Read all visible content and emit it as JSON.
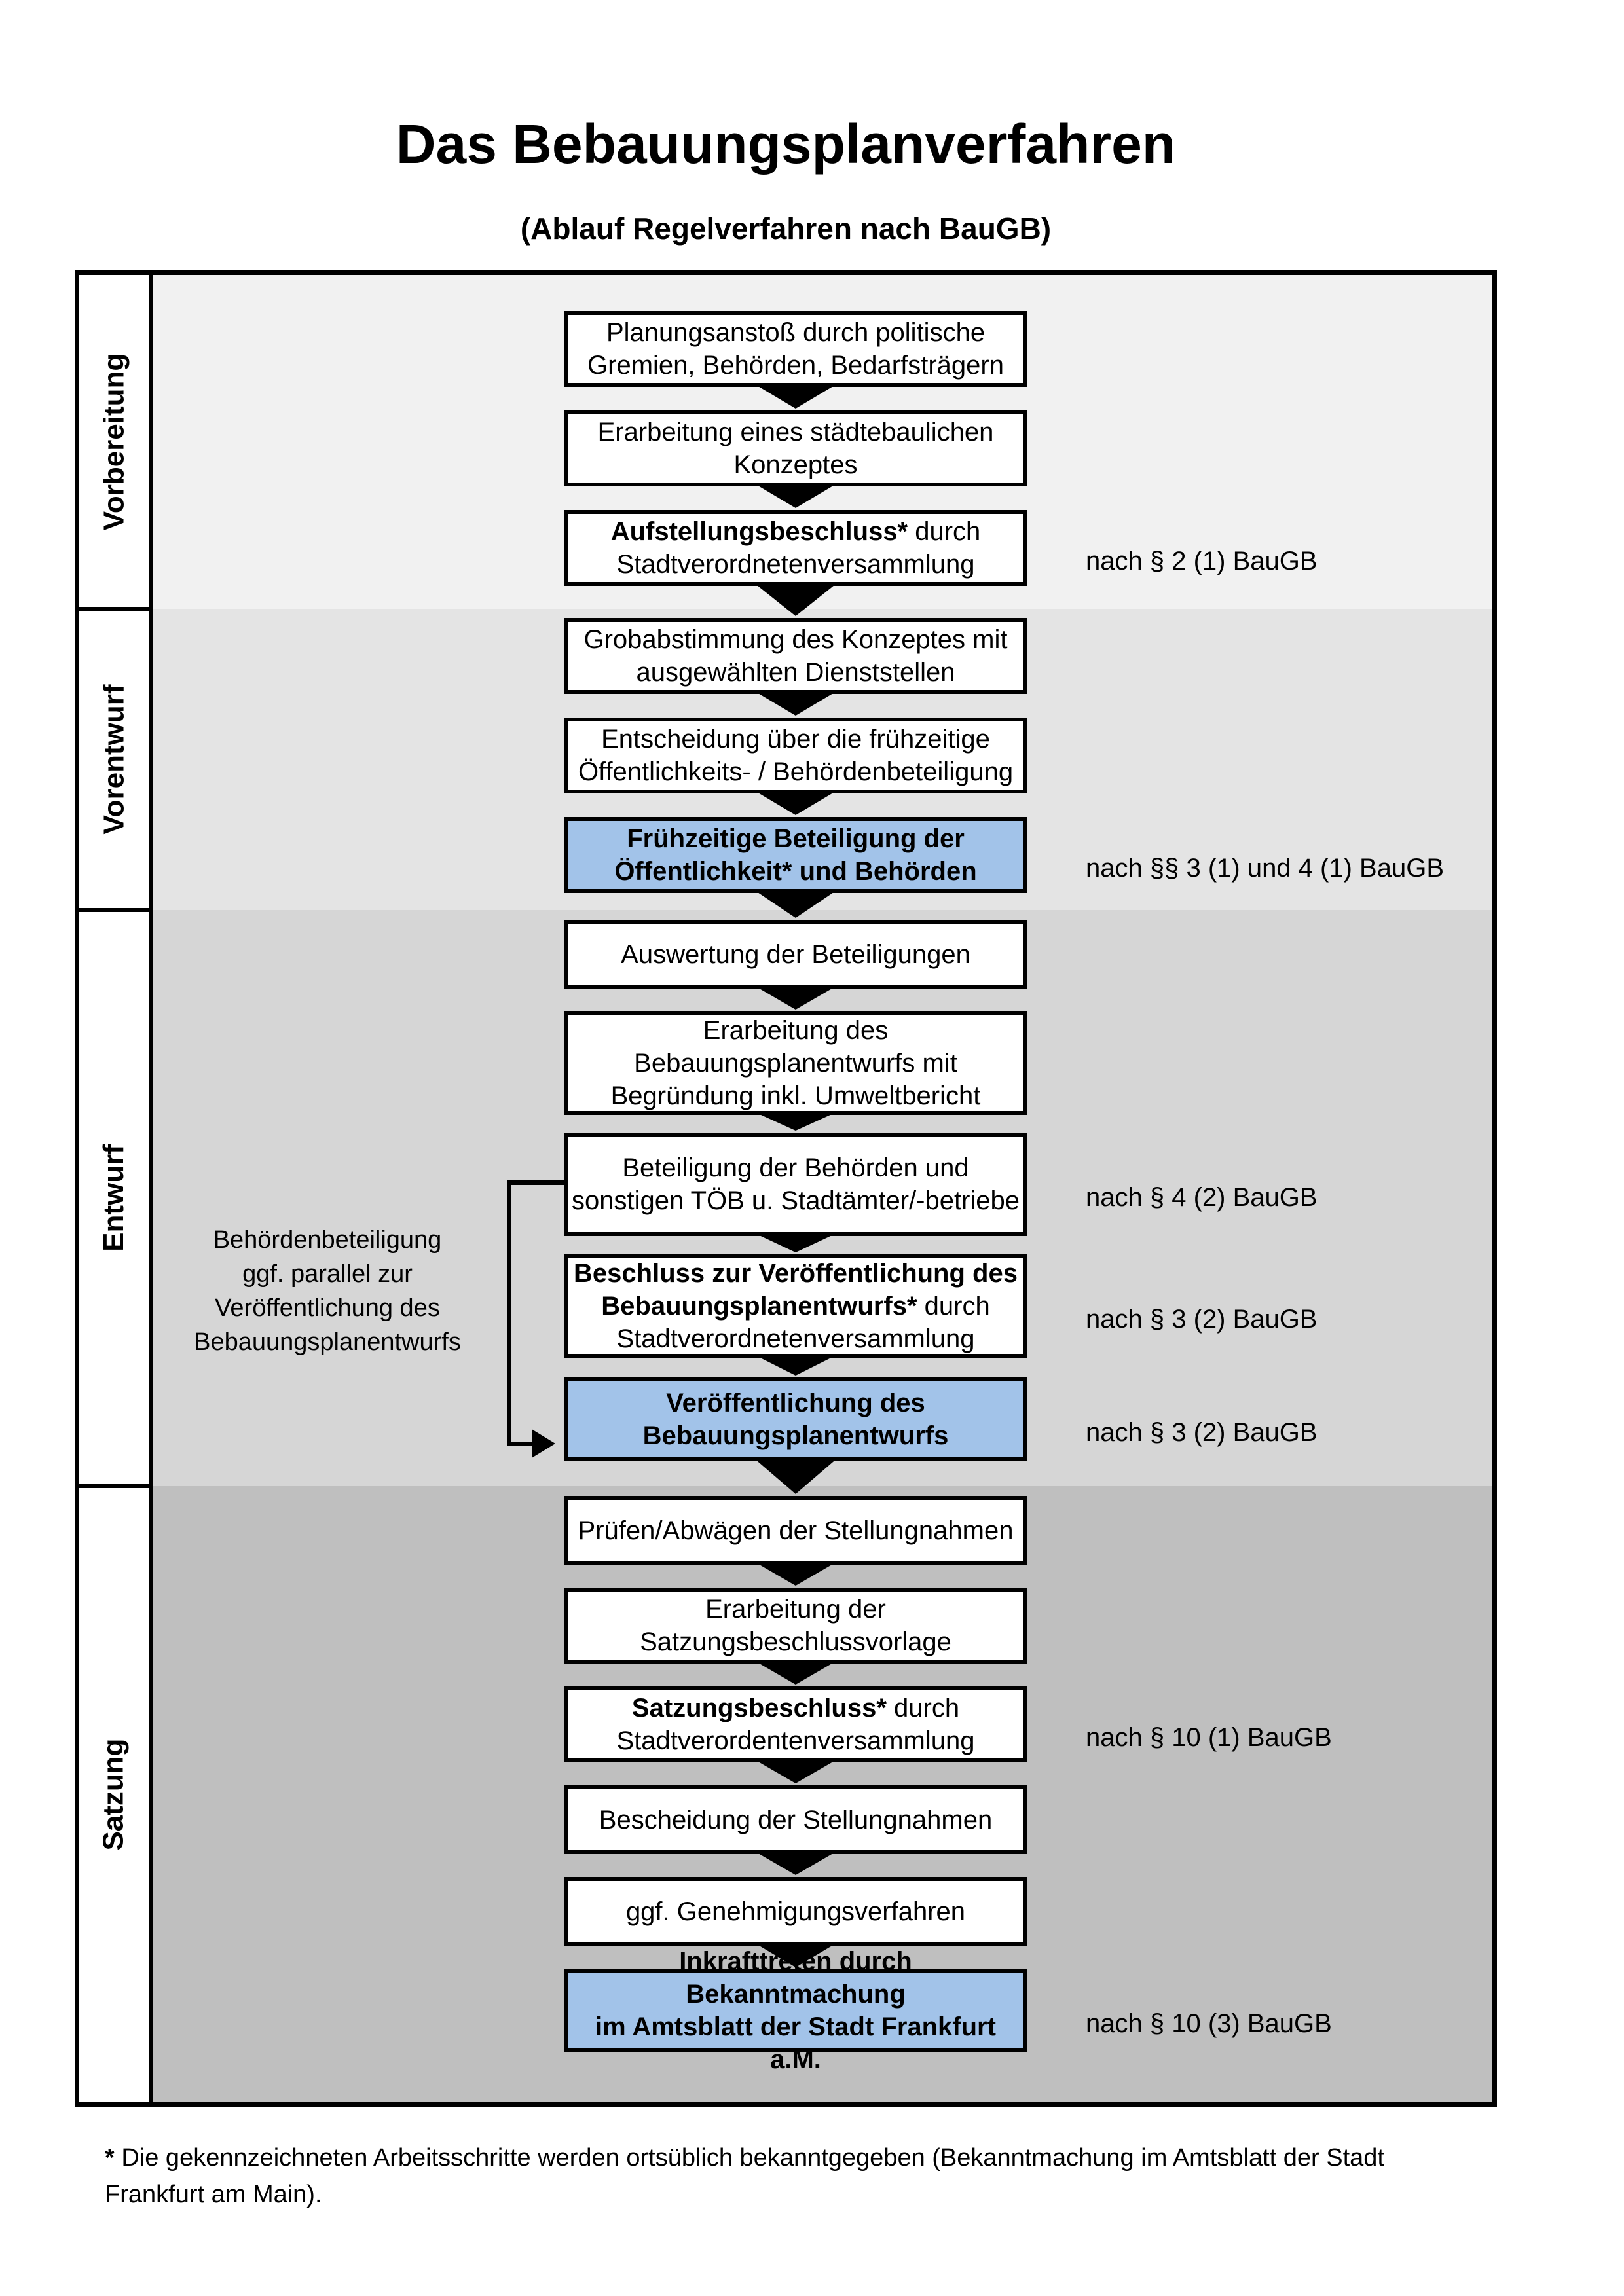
{
  "title": "Das Bebauungsplanverfahren",
  "subtitle": "(Ablauf Regelverfahren nach BauGB)",
  "phases": [
    {
      "label": "Vorbereitung"
    },
    {
      "label": "Vorentwurf"
    },
    {
      "label": "Entwurf"
    },
    {
      "label": "Satzung"
    }
  ],
  "colors": {
    "highlight_box_bg": "#a2c3e9",
    "band_vorbereitung": "#f1f1f1",
    "band_vorentwurf": "#e4e4e4",
    "band_entwurf": "#d6d6d6",
    "band_satzung": "#bfbfbf"
  },
  "boxes": [
    {
      "id": "planungsanstoss",
      "highlighted": false,
      "reference": "",
      "lines": [
        [
          {
            "text": "Planungsanstoß durch politische",
            "bold": false
          }
        ],
        [
          {
            "text": "Gremien, Behörden, Bedarfsträgern",
            "bold": false
          }
        ]
      ]
    },
    {
      "id": "staedtebauliches-konzept",
      "highlighted": false,
      "reference": "",
      "lines": [
        [
          {
            "text": "Erarbeitung eines städtebaulichen",
            "bold": false
          }
        ],
        [
          {
            "text": "Konzeptes",
            "bold": false
          }
        ]
      ]
    },
    {
      "id": "aufstellungsbeschluss",
      "highlighted": false,
      "reference": "nach § 2 (1) BauGB",
      "lines": [
        [
          {
            "text": "Aufstellungsbeschluss*",
            "bold": true
          },
          {
            "text": " durch",
            "bold": false
          }
        ],
        [
          {
            "text": "Stadtverordnetenversammlung",
            "bold": false
          }
        ]
      ]
    },
    {
      "id": "grobabstimmung",
      "highlighted": false,
      "reference": "",
      "lines": [
        [
          {
            "text": "Grobabstimmung des Konzeptes mit",
            "bold": false
          }
        ],
        [
          {
            "text": "ausgewählten Dienststellen",
            "bold": false
          }
        ]
      ]
    },
    {
      "id": "entscheidung-fruehzeitige-beteiligung",
      "highlighted": false,
      "reference": "",
      "lines": [
        [
          {
            "text": "Entscheidung über die frühzeitige",
            "bold": false
          }
        ],
        [
          {
            "text": "Öffentlichkeits- / Behördenbeteiligung",
            "bold": false
          }
        ]
      ]
    },
    {
      "id": "fruehzeitige-beteiligung",
      "highlighted": true,
      "reference": "nach §§ 3 (1) und 4 (1) BauGB",
      "lines": [
        [
          {
            "text": "Frühzeitige Beteiligung der",
            "bold": true
          }
        ],
        [
          {
            "text": "Öffentlichkeit* und Behörden",
            "bold": true
          }
        ]
      ]
    },
    {
      "id": "auswertung-beteiligungen",
      "highlighted": false,
      "reference": "",
      "lines": [
        [
          {
            "text": "Auswertung der Beteiligungen",
            "bold": false
          }
        ]
      ]
    },
    {
      "id": "erarbeitung-bebauungsplanentwurf",
      "highlighted": false,
      "reference": "",
      "lines": [
        [
          {
            "text": "Erarbeitung des",
            "bold": false
          }
        ],
        [
          {
            "text": "Bebauungsplanentwurfs mit",
            "bold": false
          }
        ],
        [
          {
            "text": "Begründung inkl. Umweltbericht",
            "bold": false
          }
        ]
      ]
    },
    {
      "id": "behoerdenbeteiligung",
      "highlighted": false,
      "reference": "nach § 4 (2) BauGB",
      "lines": [
        [
          {
            "text": "Beteiligung der Behörden und",
            "bold": false
          }
        ],
        [
          {
            "text": "sonstigen TÖB u. Stadtämter/-betriebe",
            "bold": false
          }
        ]
      ]
    },
    {
      "id": "veroeffentlichungsbeschluss",
      "highlighted": false,
      "reference": "nach § 3 (2) BauGB",
      "lines": [
        [
          {
            "text": "Beschluss zur Veröffentlichung des",
            "bold": true
          }
        ],
        [
          {
            "text": "Bebauungsplanentwurfs*",
            "bold": true
          },
          {
            "text": " durch",
            "bold": false
          }
        ],
        [
          {
            "text": "Stadtverordnetenversammlung",
            "bold": false
          }
        ]
      ]
    },
    {
      "id": "veroeffentlichung-entwurf",
      "highlighted": true,
      "reference": "nach § 3 (2) BauGB",
      "lines": [
        [
          {
            "text": "Veröffentlichung des",
            "bold": true
          }
        ],
        [
          {
            "text": "Bebauungsplanentwurfs",
            "bold": true
          }
        ]
      ]
    },
    {
      "id": "pruefen-abwaegen",
      "highlighted": false,
      "reference": "",
      "lines": [
        [
          {
            "text": "Prüfen/Abwägen der Stellungnahmen",
            "bold": false
          }
        ]
      ]
    },
    {
      "id": "satzungsbeschlussvorlage",
      "highlighted": false,
      "reference": "",
      "lines": [
        [
          {
            "text": "Erarbeitung der",
            "bold": false
          }
        ],
        [
          {
            "text": "Satzungsbeschlussvorlage",
            "bold": false
          }
        ]
      ]
    },
    {
      "id": "satzungsbeschluss",
      "highlighted": false,
      "reference": "nach § 10 (1) BauGB",
      "lines": [
        [
          {
            "text": "Satzungsbeschluss*",
            "bold": true
          },
          {
            "text": " durch",
            "bold": false
          }
        ],
        [
          {
            "text": "Stadtverordentenversammlung",
            "bold": false
          }
        ]
      ]
    },
    {
      "id": "bescheidung-stellungnahmen",
      "highlighted": false,
      "reference": "",
      "lines": [
        [
          {
            "text": "Bescheidung der Stellungnahmen",
            "bold": false
          }
        ]
      ]
    },
    {
      "id": "genehmigungsverfahren",
      "highlighted": false,
      "reference": "",
      "lines": [
        [
          {
            "text": "ggf. Genehmigungsverfahren",
            "bold": false
          }
        ]
      ]
    },
    {
      "id": "inkrafttreten",
      "highlighted": true,
      "reference": "nach § 10 (3) BauGB",
      "lines": [
        [
          {
            "text": "Inkrafttreten",
            "bold": true
          },
          {
            "text": " durch Bekanntmachung",
            "bold": false
          }
        ],
        [
          {
            "text": "im Amtsblatt der Stadt Frankfurt a.M.",
            "bold": false
          }
        ]
      ]
    }
  ],
  "side_note": {
    "lines": [
      "Behördenbeteiligung",
      "ggf. parallel zur",
      "Veröffentlichung des",
      "Bebauungsplanentwurfs"
    ]
  },
  "footnote": {
    "marker": "*",
    "line1": "Die gekennzeichneten Arbeitsschritte werden ortsüblich bekanntgegeben (Bekanntmachung im Amtsblatt  der Stadt",
    "line2": "Frankfurt am Main)."
  }
}
